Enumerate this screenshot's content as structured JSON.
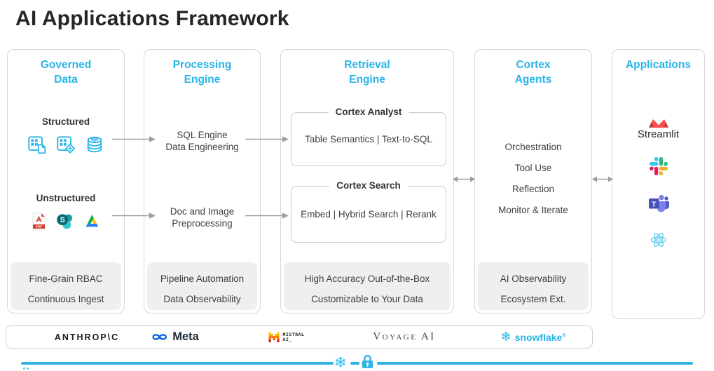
{
  "title": "AI Applications Framework",
  "colors": {
    "accent": "#29B5E8",
    "arrow": "#9e9e9e",
    "footer_bg": "#efefef"
  },
  "columns": {
    "governed": {
      "header1": "Governed",
      "header2": "Data",
      "structured_label": "Structured",
      "structured_icons": [
        "table-copy-icon",
        "table-sync-icon",
        "database-icon"
      ],
      "unstructured_label": "Unstructured",
      "unstructured_icons": [
        "pdf-icon",
        "sharepoint-icon",
        "google-drive-icon"
      ],
      "footer": [
        "Fine-Grain RBAC",
        "Continuous Ingest"
      ]
    },
    "processing": {
      "header1": "Processing",
      "header2": "Engine",
      "row1_line1": "SQL Engine",
      "row1_line2": "Data Engineering",
      "row2_line1": "Doc and Image",
      "row2_line2": "Preprocessing",
      "footer": [
        "Pipeline Automation",
        "Data Observability"
      ]
    },
    "retrieval": {
      "header1": "Retrieval",
      "header2": "Engine",
      "box1_title": "Cortex Analyst",
      "box1_content": "Table Semantics | Text-to-SQL",
      "box2_title": "Cortex Search",
      "box2_content": "Embed | Hybrid Search | Rerank",
      "footer": [
        "High Accuracy Out-of-the-Box",
        "Customizable to Your Data"
      ]
    },
    "agents": {
      "header1": "Cortex",
      "header2": "Agents",
      "items": [
        "Orchestration",
        "Tool Use",
        "Reflection",
        "Monitor & Iterate"
      ],
      "footer": [
        "AI Observability",
        "Ecosystem Ext."
      ]
    },
    "applications": {
      "header1": "Applications",
      "streamlit_label": "Streamlit",
      "app_icons": [
        "streamlit-icon",
        "slack-icon",
        "teams-icon",
        "react-icon"
      ]
    }
  },
  "partners": {
    "anthropic": "ANTHROP\\C",
    "meta": "Meta",
    "mistral_line1": "MISTRAL",
    "mistral_line2": "AI_",
    "voyage": "Voyage AI",
    "snowflake": "snowflake",
    "snowflake_reg": "®"
  },
  "icons": {
    "snowflake_glyph": "❄",
    "teams_letter": "T",
    "sharepoint_letter": "S",
    "pdf_label": "PDF"
  }
}
